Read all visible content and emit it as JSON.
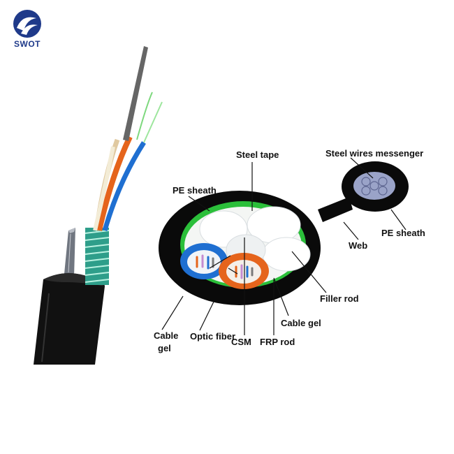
{
  "brand": {
    "name": "SWOT"
  },
  "labels": {
    "steel_tape": "Steel tape",
    "steel_wires_messenger": "Steel wires messenger",
    "pe_sheath_outer": "PE  sheath",
    "pe_sheath_messenger": "PE sheath",
    "web": "Web",
    "filler_rod": "Filler rod",
    "cable_gel_right": "Cable gel",
    "cable_gel_left_line1": "Cable",
    "cable_gel_left_line2": "gel",
    "optic_fiber": "Optic fiber",
    "csm": "CSM",
    "frp_rod": "FRP rod"
  },
  "colors": {
    "brand_blue": "#1f3a8a",
    "sheath": "#0a0a0a",
    "steel_tape": "#2bbf3a",
    "tube_blue": "#1f6fd1",
    "tube_orange": "#e5641c",
    "messenger": "#9aa3c8",
    "armor": "#2e9e8a"
  }
}
